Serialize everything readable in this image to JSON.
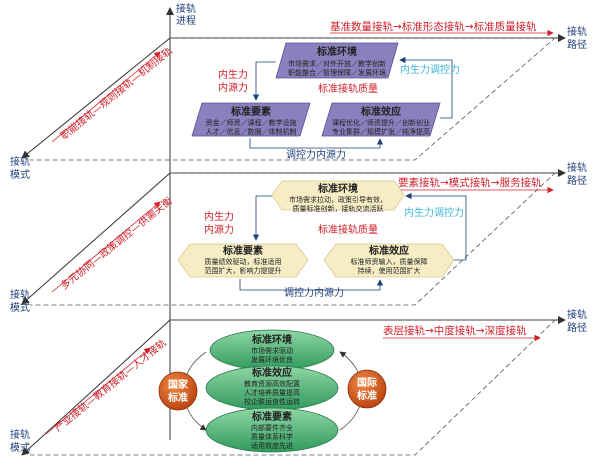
{
  "axes": {
    "y_label_line1": "接轨",
    "y_label_line2": "进程",
    "x_label_line1": "接轨",
    "x_label_line2": "路径",
    "mode_label_line1": "接轨",
    "mode_label_line2": "模式"
  },
  "layers": [
    {
      "path_text": "基准数量接轨→标准形态接轨→标准质量接轨",
      "mode_text": "职能接轨—规则接轨—机制接轨",
      "env_title": "标准环境",
      "env_line1": "市场需求／对外开放／教学创新",
      "env_line2": "职能整合／管理保障／发展环境",
      "elem_title": "标准要素",
      "elem_line1": "资金／师资／课程／教学设施",
      "elem_line2": "人才／信息／数据／体制机制",
      "eff_title": "标准效应",
      "eff_line1": "课程优化／师资提升／创新创业",
      "eff_line2": "专业集群／规模扩张／纯净提高",
      "inner_force_1": "内生力",
      "inner_force_2": "内源力",
      "control_force": "内生力调控力",
      "quality": "标准接轨质量",
      "bottom_force": "调控力内源力"
    },
    {
      "path_text": "要素接轨→模式接轨→服务接轨",
      "mode_text": "多元协同—政策调控—供需关衡",
      "env_title": "标准环境",
      "env_line1": "市场需求拉动，政策引导有效，",
      "env_line2": "质量标准创新，接轨交流活跃",
      "elem_title": "标准要素",
      "elem_line1": "质量绩效驱动，标准适用",
      "elem_line2": "范围扩大，影响力提提升",
      "eff_title": "标准效应",
      "eff_line1": "标准师资输入，质量保障",
      "eff_line2": "持续，使用范围扩大",
      "inner_force_1": "内生力",
      "inner_force_2": "内源力",
      "control_force": "内生力调控力",
      "quality": "标准接轨质量",
      "bottom_force": "调控力内源力"
    },
    {
      "path_text": "表层接轨→中度接轨→深度接轨",
      "mode_text": "产业接轨—教育接轨—人才接轨",
      "env_title": "标准环境",
      "env_line1": "市场需求驱动",
      "env_line2": "发展环境优良",
      "eff_title": "标准效应",
      "eff_line1": "教育资源高效配置",
      "eff_line2": "人才培养质量提高",
      "eff_line3": "校企联运良性运转",
      "elem_title": "标准要素",
      "elem_line1": "内部要件齐全",
      "elem_line2": "质量体系科学",
      "elem_line3": "适用效度先进",
      "national_1": "国家",
      "national_2": "标准",
      "international_1": "国际",
      "international_2": "标准"
    }
  ],
  "colors": {
    "red": "#d0202a",
    "blue": "#1f3f7a",
    "purple": "#8c7fbd",
    "tan": "#f7edc5",
    "green": "#3aa66b",
    "orange": "#d05a1e"
  }
}
